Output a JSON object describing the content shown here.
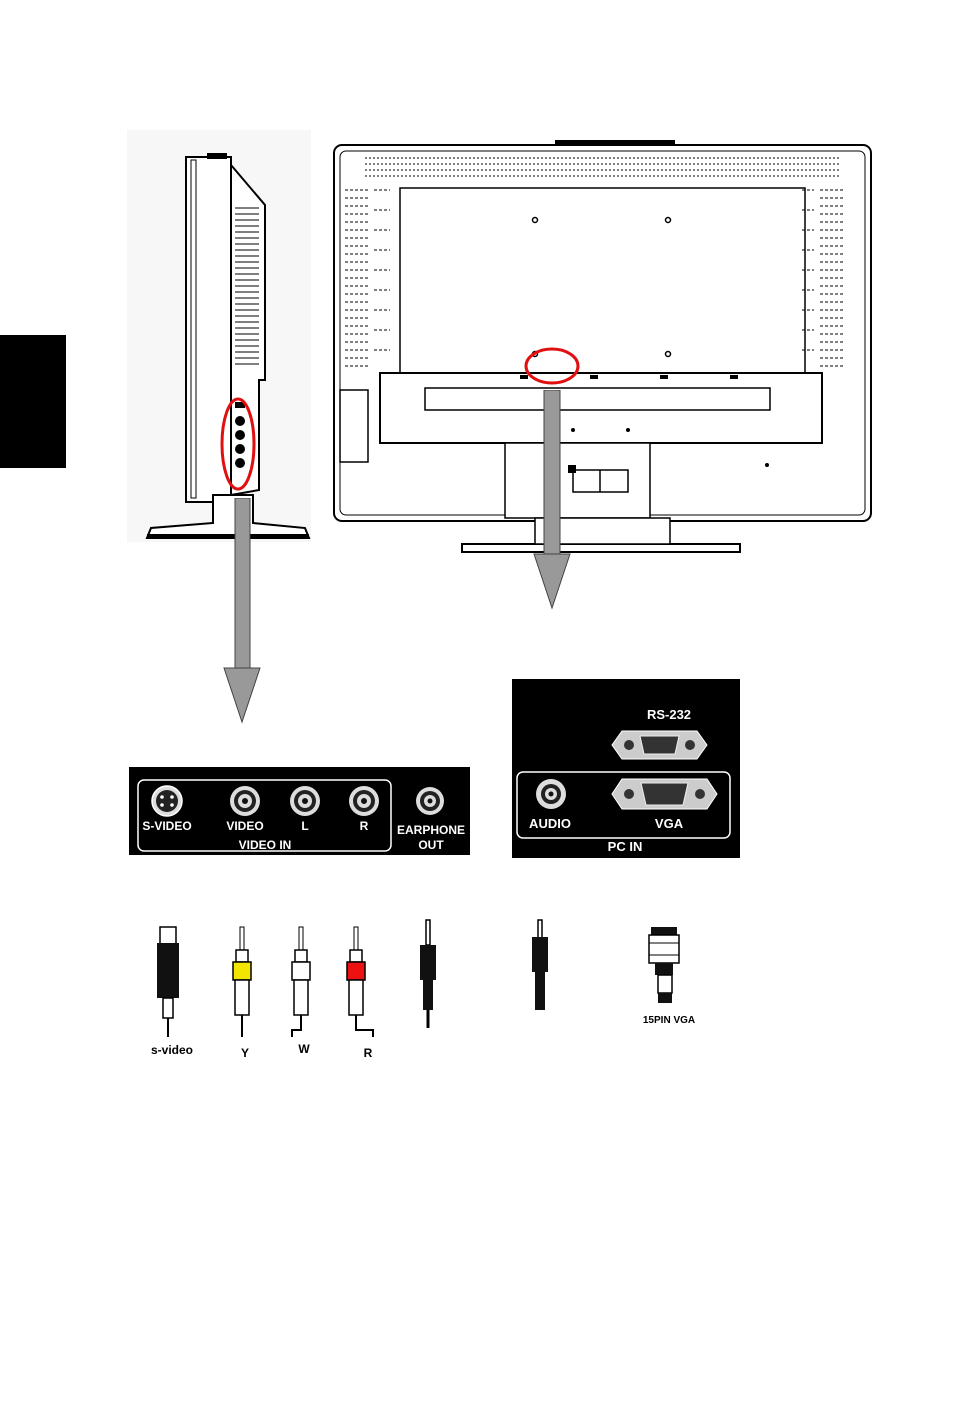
{
  "video_panel": {
    "ports": {
      "svideo": "S-VIDEO",
      "video": "VIDEO",
      "left": "L",
      "right": "R",
      "earphone_line1": "EARPHONE",
      "earphone_line2": "OUT"
    },
    "group_label": "VIDEO IN"
  },
  "pc_panel": {
    "rs232": "RS-232",
    "audio": "AUDIO",
    "vga": "VGA",
    "group_label": "PC  IN"
  },
  "cables": {
    "svideo": "s-video",
    "y": "Y",
    "w": "W",
    "r": "R",
    "vga": "15PIN VGA"
  },
  "colors": {
    "highlight": "#e01010",
    "yellow_plug": "#f2e600",
    "red_plug": "#ee1111",
    "panel_bg": "#000000"
  }
}
